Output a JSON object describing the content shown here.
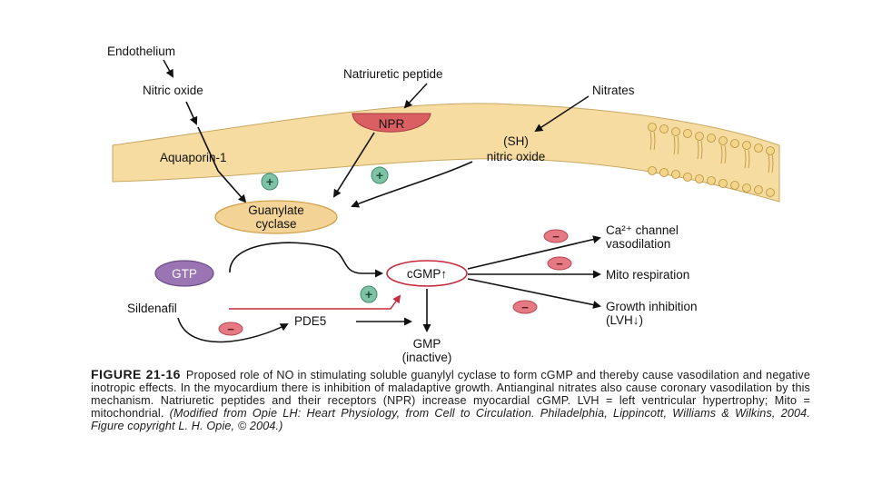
{
  "labels": {
    "endothelium": "Endothelium",
    "nitric_oxide": "Nitric oxide",
    "natriuretic_peptide": "Natriuretic peptide",
    "nitrates": "Nitrates",
    "npr": "NPR",
    "sh": "(SH)",
    "sh_nitric_oxide": "nitric oxide",
    "aquaporin": "Aquaporin-1",
    "guanylate_1": "Guanylate",
    "guanylate_2": "cyclase",
    "gtp": "GTP",
    "cgmp": "cGMP↑",
    "sildenafil": "Sildenafil",
    "pde5": "PDE5",
    "gmp_1": "GMP",
    "gmp_2": "(inactive)",
    "ca_channel": "Ca²⁺ channel",
    "vasodilation": "vasodilation",
    "mito": "Mito respiration",
    "growth": "Growth inhibition",
    "lvh": "(LVH↓)"
  },
  "signs": {
    "plus": "+",
    "minus": "−"
  },
  "colors": {
    "membrane": "#f6dca0",
    "npr_fill": "#d95f63",
    "gtp_fill": "#9a74b3",
    "guanylate_fill": "#f3d396",
    "plus_fill": "#7fc3a6",
    "minus_fill": "#e57a84",
    "sildenafil_arrow": "#c8283c"
  },
  "caption": {
    "figure_label": "FIGURE 21-16",
    "text": "Proposed role of NO in stimulating soluble guanylyl cyclase to form cGMP and thereby cause vasodilation and negative inotropic effects. In the myocardium there is inhibition of maladaptive growth. Antianginal nitrates also cause coronary vasodilation by this mechanism. Natriuretic peptides and their receptors (NPR) increase myocardial cGMP. LVH = left ventricular hypertrophy; Mito = mitochondrial.",
    "source": "(Modified from Opie LH: Heart Physiology, from Cell to Circulation. Philadelphia, Lippincott, Williams & Wilkins, 2004. Figure copyright L. H. Opie, © 2004.)"
  }
}
